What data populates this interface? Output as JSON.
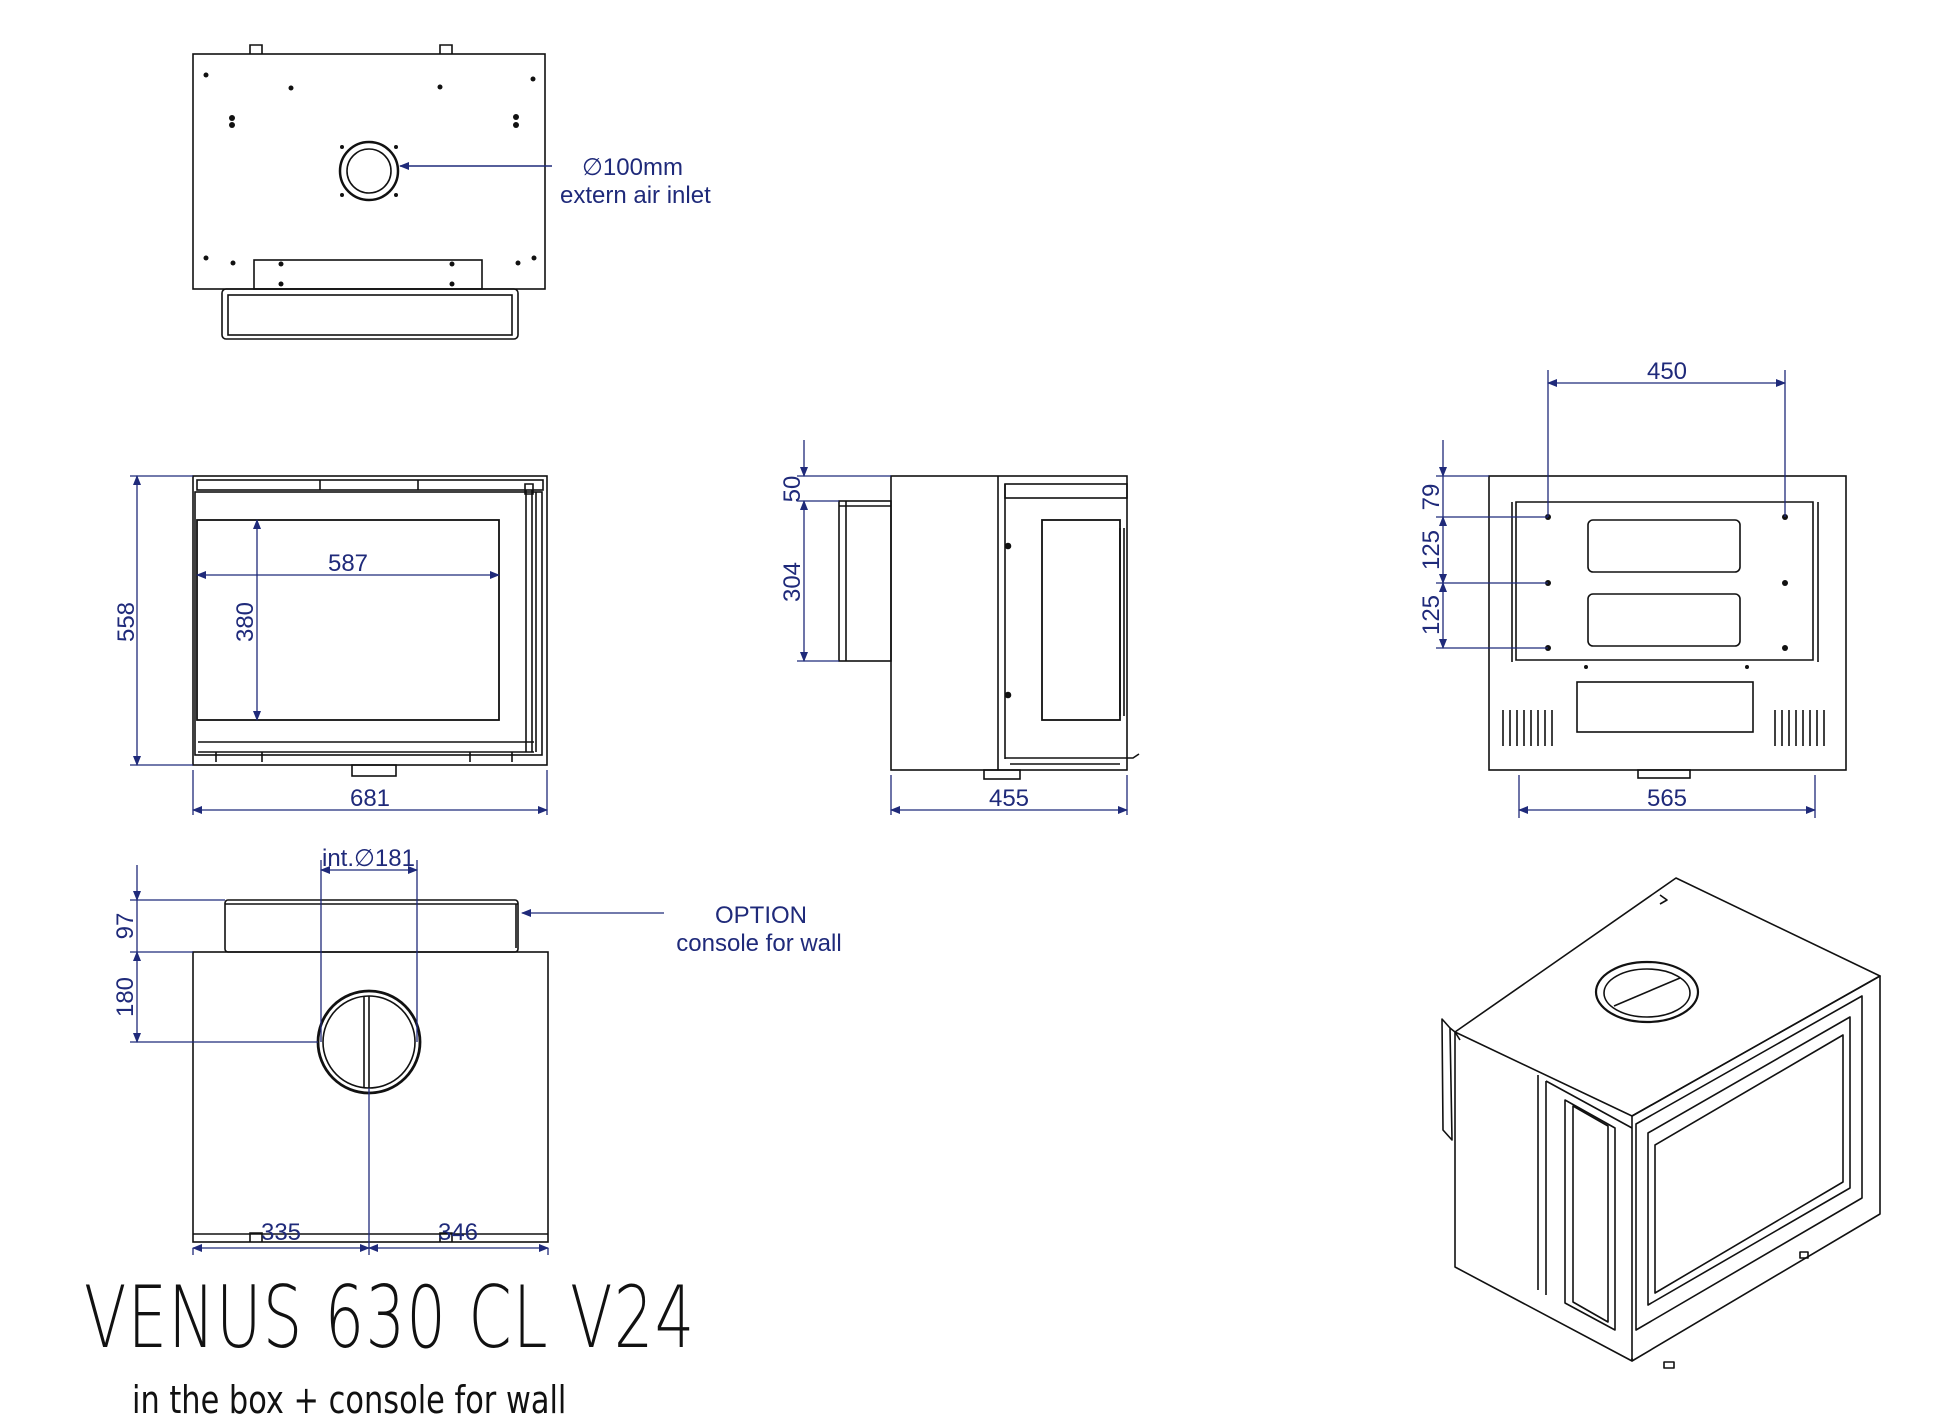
{
  "title": "VENUS 630 CL V24",
  "subtitle": "in the box + console for wall",
  "notes": {
    "air_inlet_diameter": "∅100mm",
    "air_inlet_label": "extern air inlet",
    "option_label": "OPTION",
    "console_label": "console for wall",
    "flue_diameter": "int.∅181"
  },
  "dimensions": {
    "front_height": "558",
    "front_width": "681",
    "glass_width": "587",
    "glass_height": "380",
    "side_top_offset": "50",
    "side_console_height": "304",
    "side_depth": "455",
    "back_bracket_span": "450",
    "back_offset_top": "79",
    "back_spacing_1": "125",
    "back_spacing_2": "125",
    "back_width": "565",
    "top_console_depth": "97",
    "top_flue_offset": "180",
    "top_left_to_flue": "335",
    "top_flue_to_right": "346"
  },
  "colors": {
    "dimension": "#1f2a7a",
    "outline": "#111111"
  }
}
